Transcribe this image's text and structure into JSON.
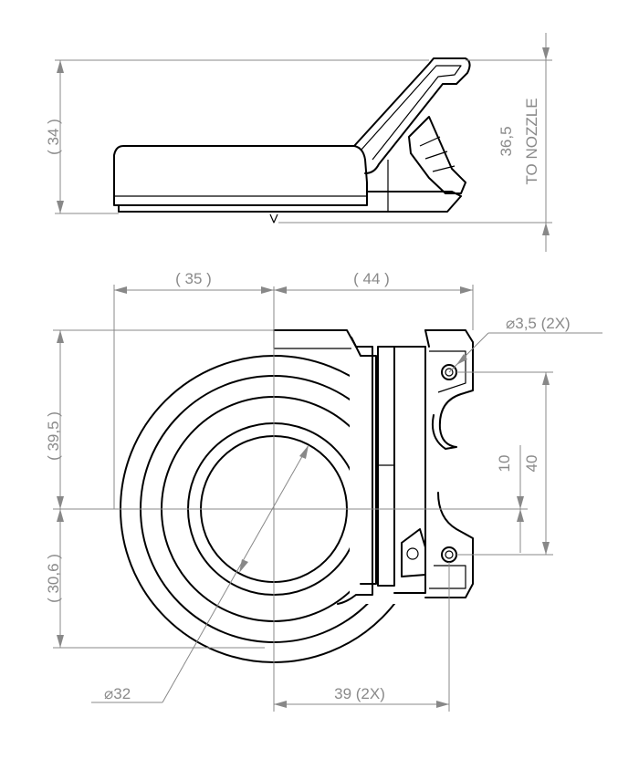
{
  "drawing": {
    "side_view": {
      "height_dim": "( 34 )",
      "nozzle_dim_value": "36,5",
      "nozzle_dim_note": "TO NOZZLE"
    },
    "top_view": {
      "dim_left_width": "( 35 )",
      "dim_right_width": "( 44 )",
      "dim_upper_height": "( 39,5 )",
      "dim_lower_height": "( 30,6 )",
      "hole_callout": "⌀3,5 (2X)",
      "dim_10": "10",
      "dim_40": "40",
      "dim_diameter": "⌀32",
      "dim_bottom": "39 (2X)"
    }
  }
}
